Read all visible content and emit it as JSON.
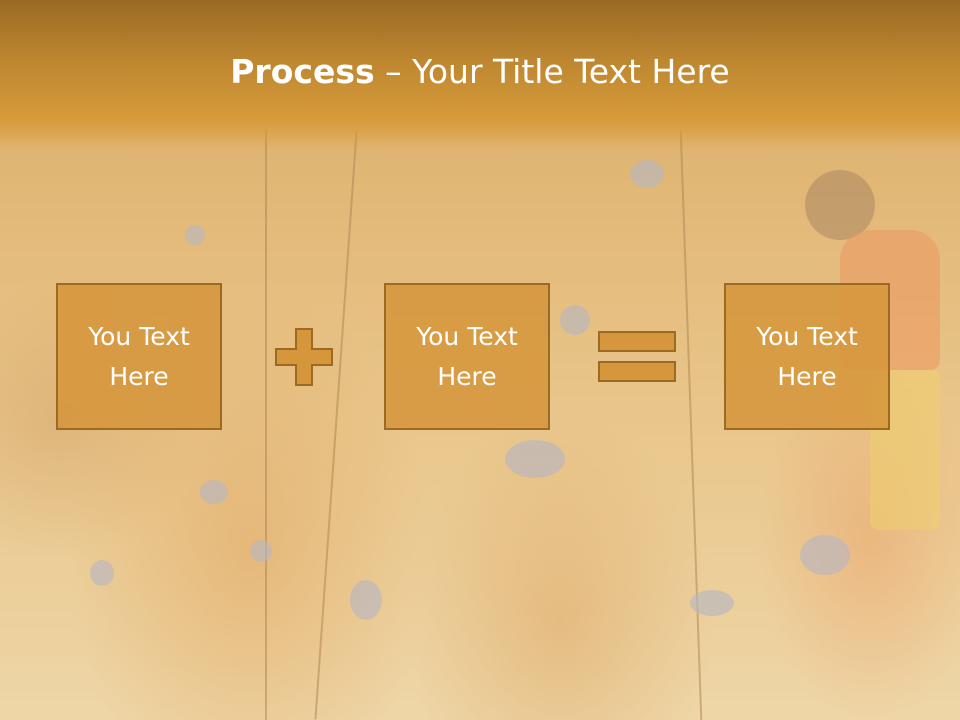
{
  "slide": {
    "title_bold": "Process",
    "title_rest": " – Your Title Text Here",
    "boxes": [
      {
        "label": "You Text\nHere"
      },
      {
        "label": "You Text\nHere"
      },
      {
        "label": "You Text\nHere"
      }
    ],
    "operators": [
      "plus-icon",
      "equals-icon"
    ]
  },
  "colors": {
    "title_band": "#bd8630",
    "box_fill": "#d6963c",
    "box_border": "#9c6a22",
    "operator_fill": "#d6963c",
    "text": "#ffffff"
  }
}
